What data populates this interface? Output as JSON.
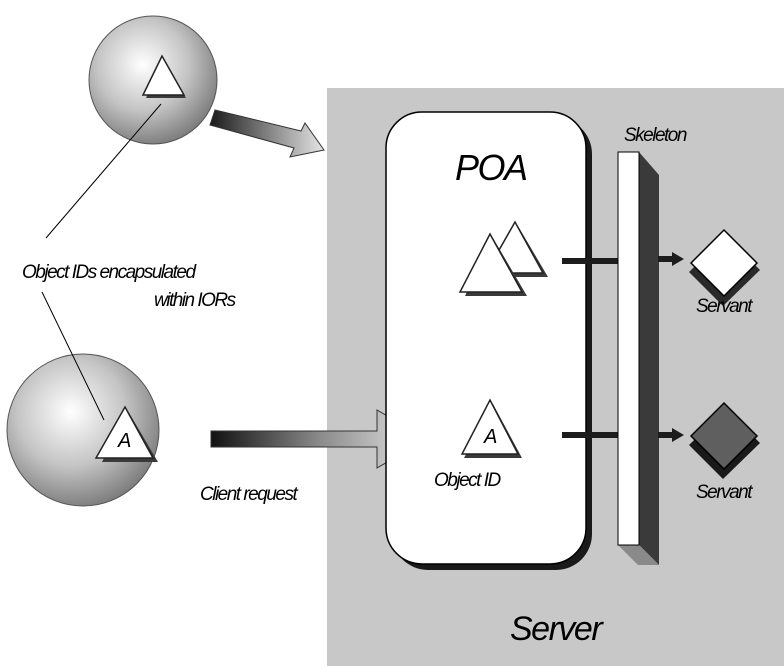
{
  "server": {
    "label": "Server"
  },
  "poa": {
    "label": "POA"
  },
  "skeleton": {
    "label": "Skeleton"
  },
  "servants": [
    {
      "label": "Servant",
      "state": "idle"
    },
    {
      "label": "Servant",
      "state": "active"
    }
  ],
  "annotations": {
    "ior_line1": "Object IDs encapsulated",
    "ior_line2": "within IORs",
    "client_request": "Client request",
    "object_id": "Object ID"
  },
  "object_id_letter": "A",
  "colors": {
    "server_bg": "#c8c8c8",
    "servant_active": "#5f5f5f",
    "servant_idle": "#ffffff",
    "connector": "#1c1c1c"
  }
}
